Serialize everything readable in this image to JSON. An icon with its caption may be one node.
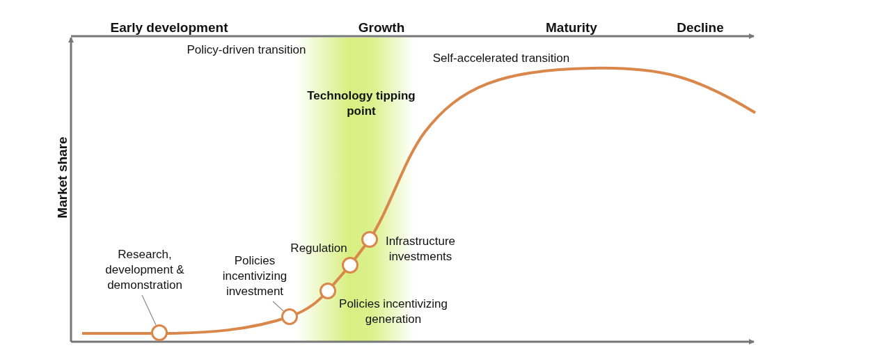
{
  "diagram": {
    "nodes": [
      {
        "text": [
          "Research, development & demonstration"
        ]
      },
      {
        "text": [
          "Policies incentivizing investment"
        ]
      },
      {
        "text": [],
        "shape": "circle"
      },
      {
        "text": [],
        "shape": "circle"
      },
      {
        "text": [],
        "shape": "circle"
      },
      {
        "text": [],
        "shape": "circle"
      },
      {
        "text": [],
        "shape": "circle"
      }
    ],
    "edges": [
      {
        "from": 0,
        "to": 2,
        "arrow": "none"
      },
      {
        "from": 1,
        "to": 3,
        "arrow": "none"
      }
    ],
    "labels": [
      "Early development",
      "Growth",
      "Maturity",
      "Decline",
      "Policy-driven transition",
      "Self-accelerated transition",
      "Technology tipping point",
      "Market share",
      "Regulation",
      "Infrastructure investments",
      "Policies incentivizing generation"
    ]
  }
}
